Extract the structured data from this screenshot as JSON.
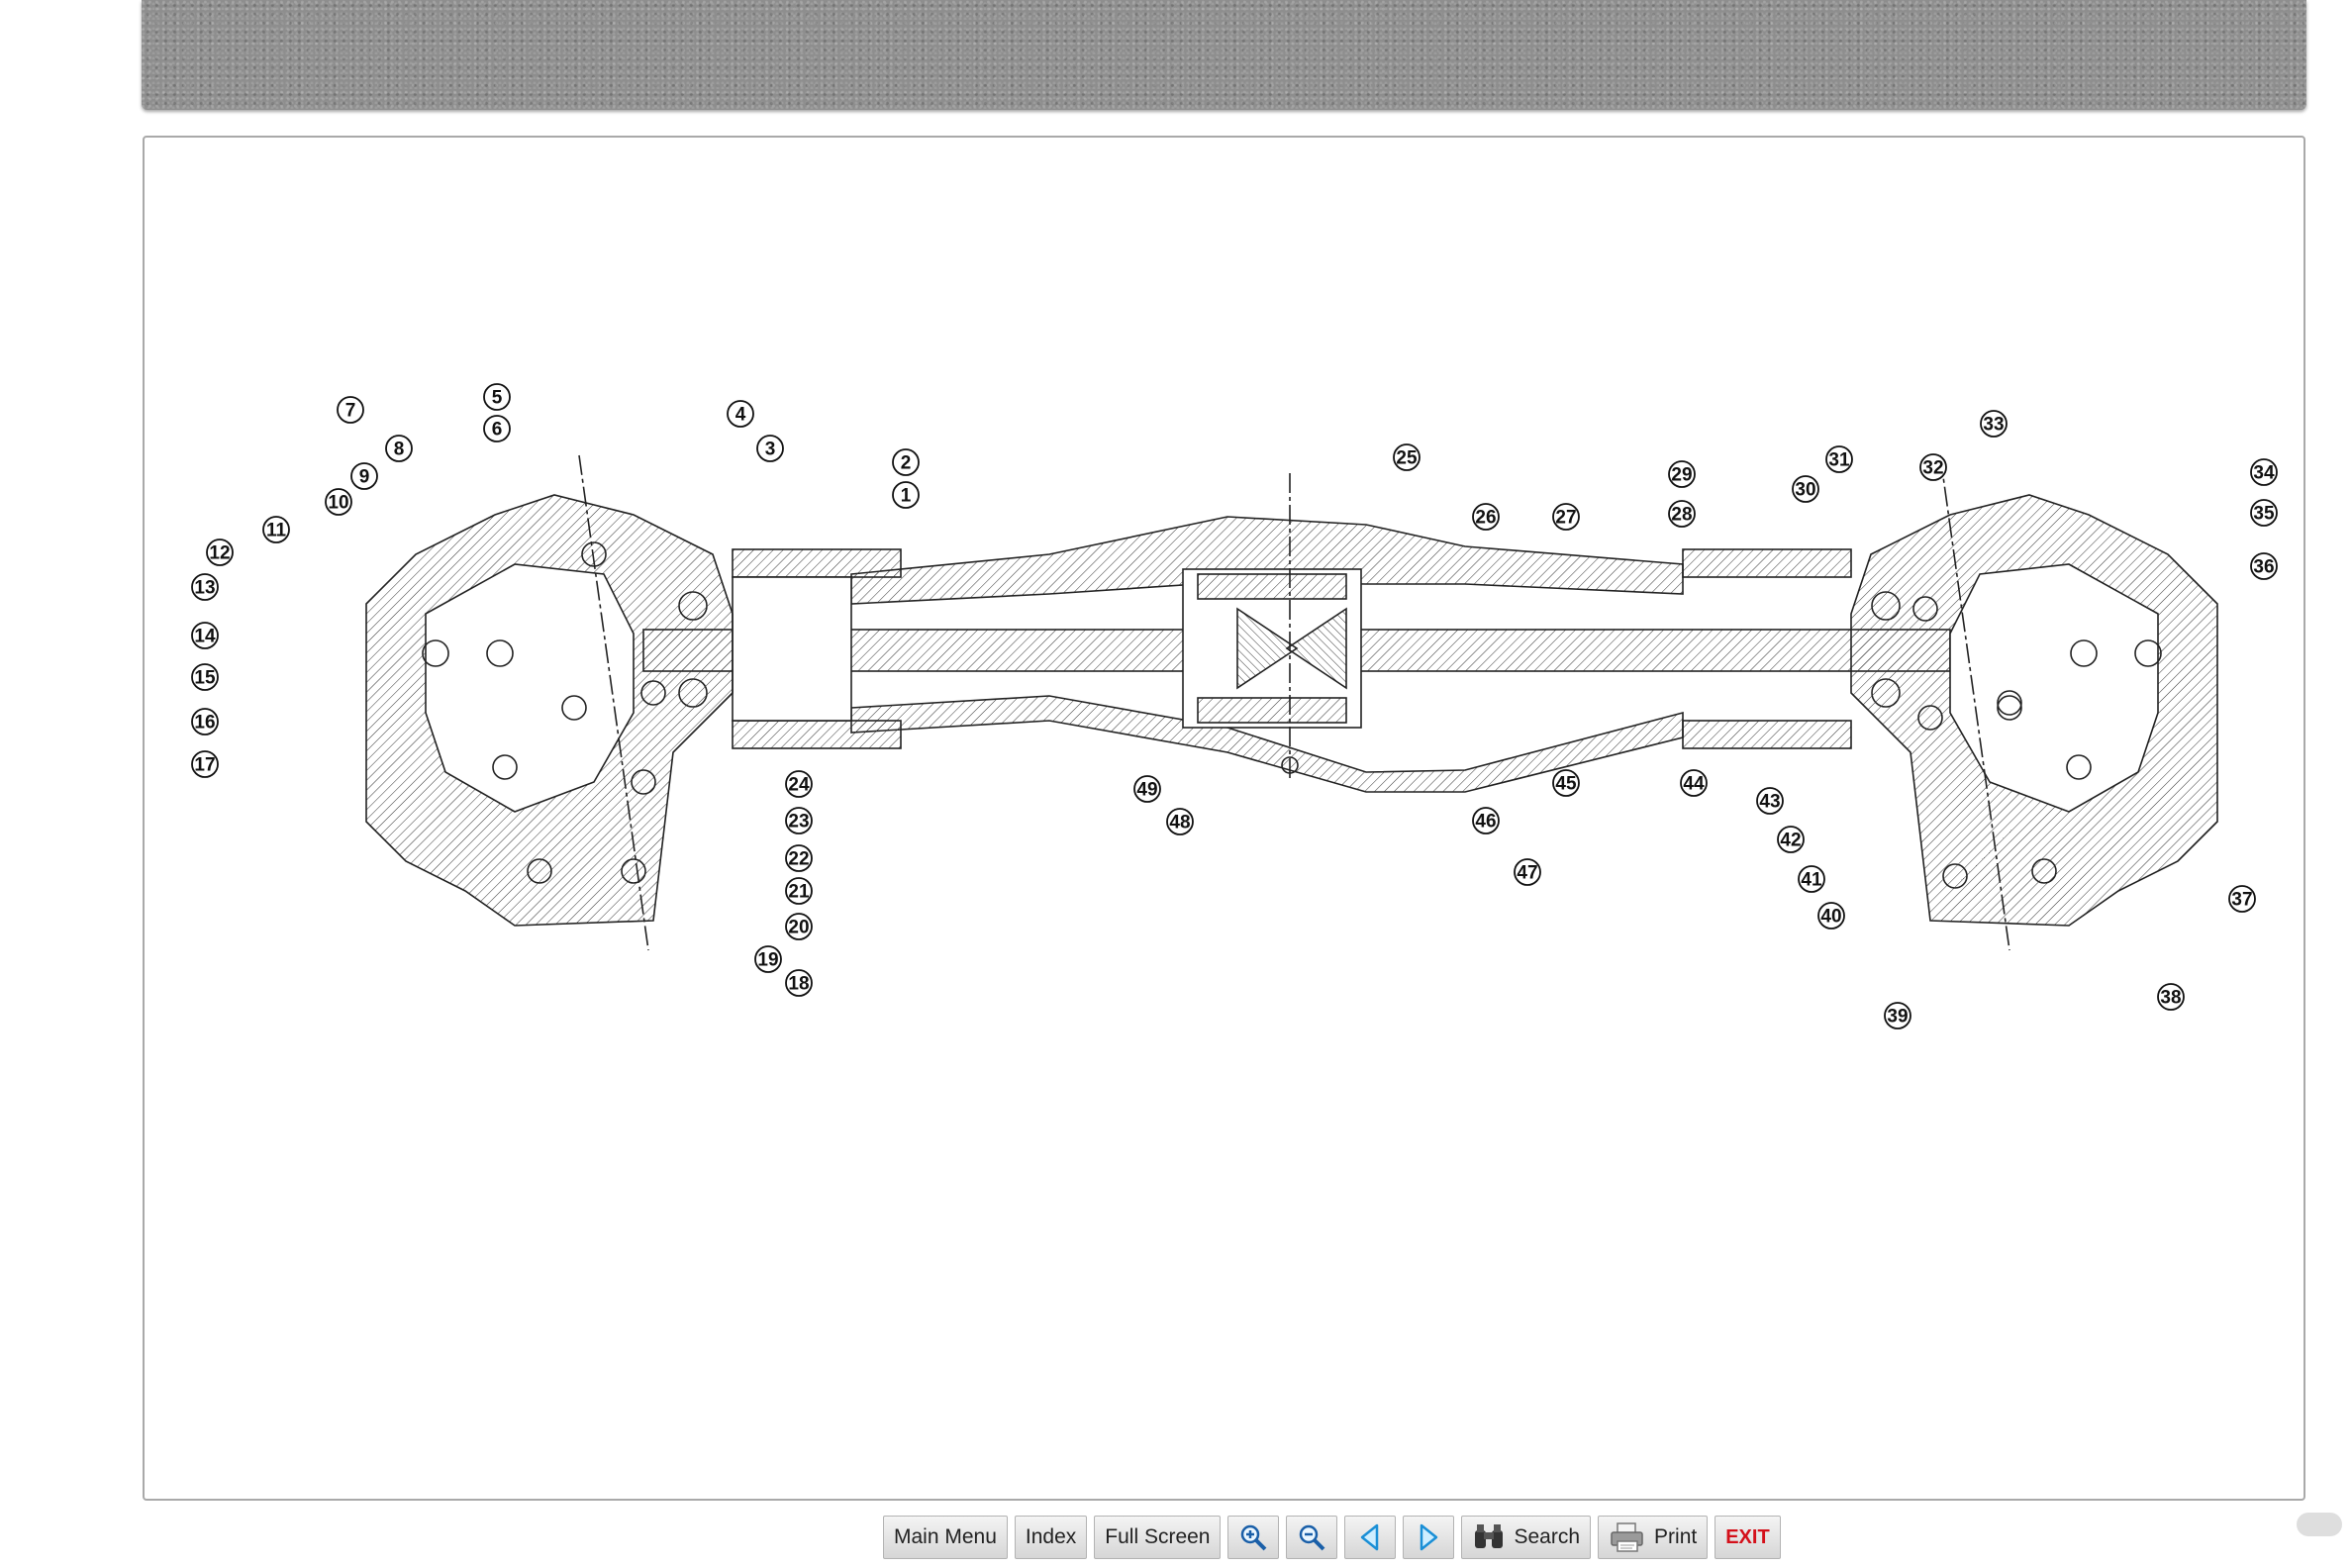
{
  "toolbar": {
    "main_menu": "Main Menu",
    "index": "Index",
    "full_screen": "Full Screen",
    "search": "Search",
    "print": "Print",
    "exit": "EXIT"
  },
  "colors": {
    "exit_text": "#d4101a",
    "header_band": "#8e8e8e",
    "frame_border": "#a9a9a9",
    "nav_arrow": "#1a8fd6"
  },
  "drawing": {
    "part_numbers": [
      "1",
      "2",
      "3",
      "4",
      "5",
      "6",
      "7",
      "8",
      "9",
      "10",
      "11",
      "12",
      "13",
      "14",
      "15",
      "16",
      "17",
      "18",
      "19",
      "20",
      "21",
      "22",
      "23",
      "24",
      "25",
      "26",
      "27",
      "28",
      "29",
      "30",
      "31",
      "32",
      "33",
      "34",
      "35",
      "36",
      "37",
      "38",
      "39",
      "40",
      "41",
      "42",
      "43",
      "44",
      "45",
      "46",
      "47",
      "48",
      "49"
    ]
  }
}
